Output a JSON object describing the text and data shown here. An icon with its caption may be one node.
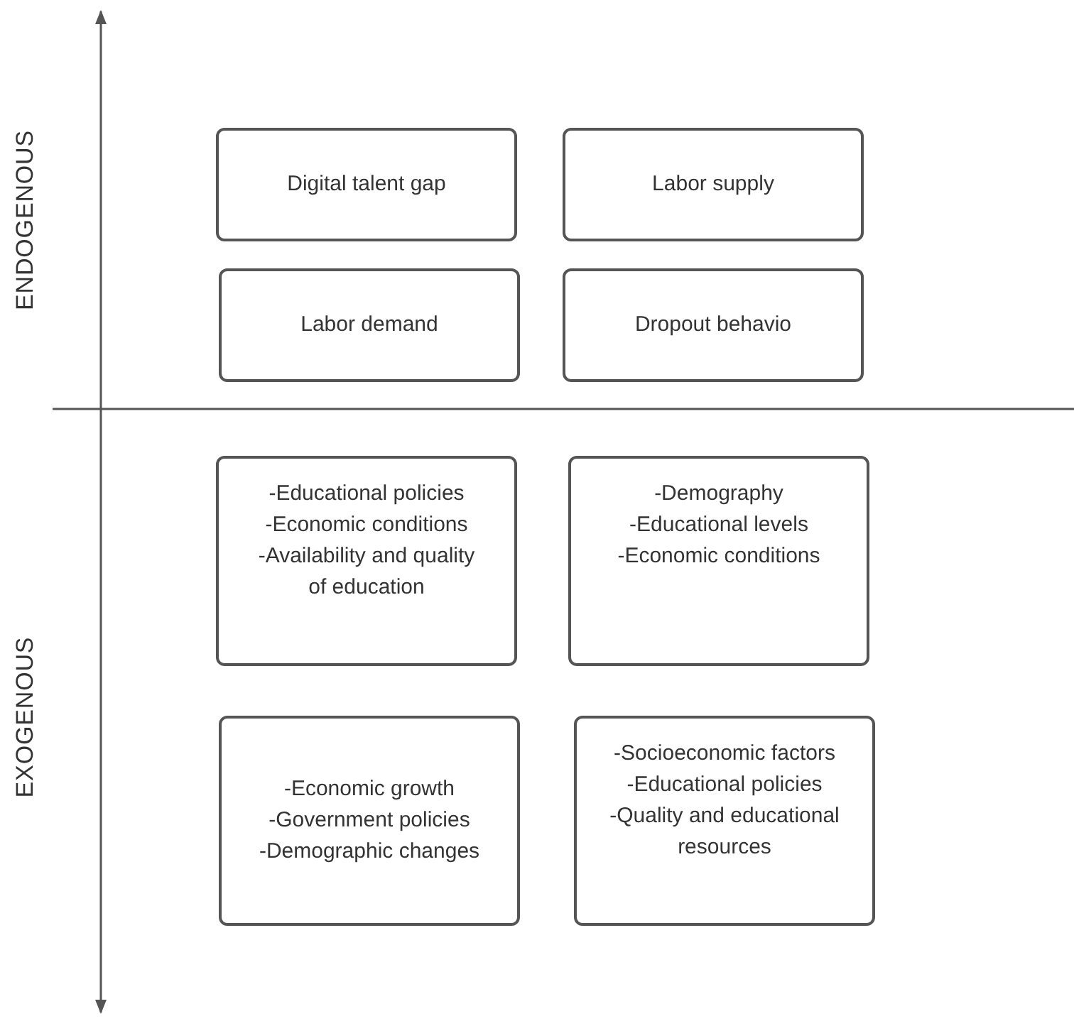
{
  "diagram": {
    "nodes": [
      {
        "text": [
          "Digital talent gap"
        ]
      },
      {
        "text": [
          "Labor supply"
        ]
      },
      {
        "text": [
          "Labor demand"
        ]
      },
      {
        "text": [
          "Dropout behavio"
        ]
      },
      {
        "text": [
          "-Educational policies",
          "-Economic conditions",
          "-Availability and quality of education"
        ]
      },
      {
        "text": [
          "-Demography",
          "-Educational levels",
          "-Economic conditions"
        ]
      },
      {
        "text": [
          "-Economic growth",
          "-Government policies",
          "-Demographic changes"
        ]
      },
      {
        "text": [
          "-Socioeconomic factors",
          "-Educational policies",
          "-Quality and educational resources"
        ]
      }
    ],
    "labels": [
      "ENDOGENOUS",
      "EXOGENOUS"
    ]
  }
}
